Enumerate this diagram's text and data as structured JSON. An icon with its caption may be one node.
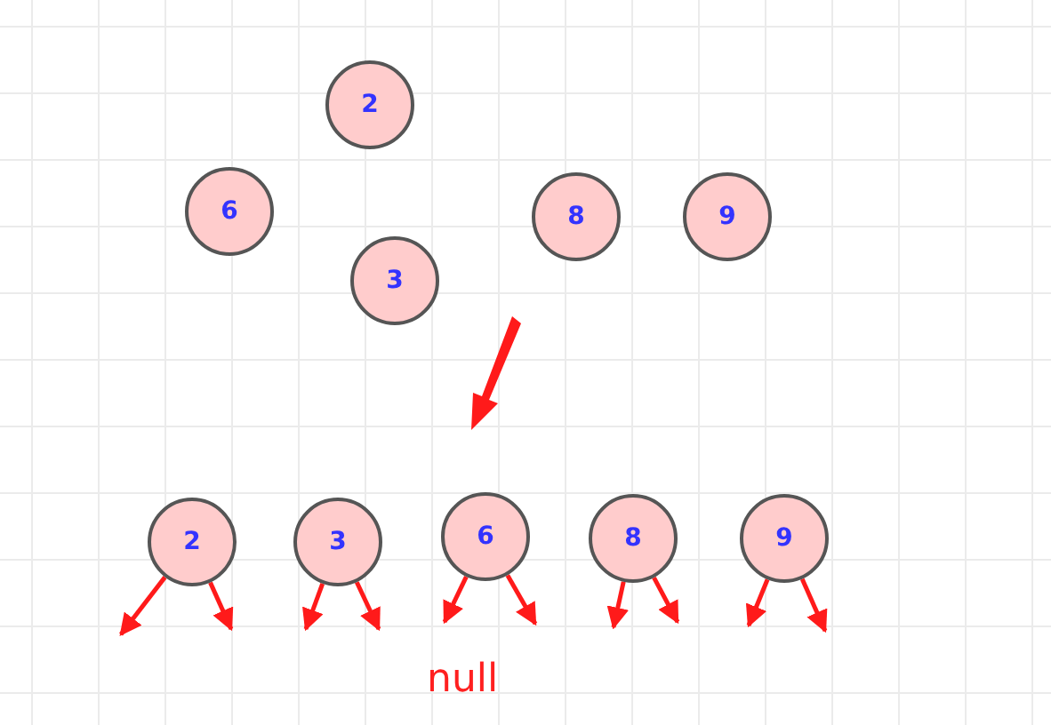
{
  "diagram": {
    "nodes": [
      {
        "text": [
          "2"
        ]
      },
      {
        "text": [
          "6"
        ]
      },
      {
        "text": [
          "3"
        ]
      },
      {
        "text": [
          "8"
        ]
      },
      {
        "text": [
          "9"
        ]
      },
      {
        "text": [
          "2"
        ]
      },
      {
        "text": [
          "3"
        ]
      },
      {
        "text": [
          "6"
        ]
      },
      {
        "text": [
          "8"
        ]
      },
      {
        "text": [
          "9"
        ]
      }
    ],
    "edges": [
      {
        "from": 5,
        "to": null,
        "arrow": "to"
      },
      {
        "from": 5,
        "to": null,
        "arrow": "to"
      },
      {
        "from": 6,
        "to": null,
        "arrow": "to"
      },
      {
        "from": 6,
        "to": null,
        "arrow": "to"
      },
      {
        "from": 7,
        "to": null,
        "arrow": "to"
      },
      {
        "from": 7,
        "to": null,
        "arrow": "to"
      },
      {
        "from": 8,
        "to": null,
        "arrow": "to"
      },
      {
        "from": 8,
        "to": null,
        "arrow": "to"
      },
      {
        "from": 9,
        "to": null,
        "arrow": "to"
      },
      {
        "from": 9,
        "to": null,
        "arrow": "to"
      }
    ],
    "labels": [
      "null"
    ]
  }
}
